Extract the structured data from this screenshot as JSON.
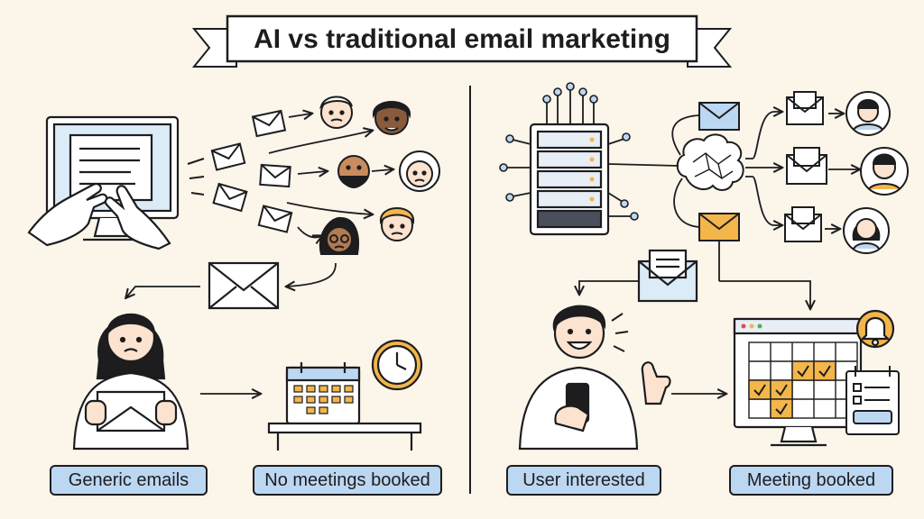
{
  "title": "AI vs traditional email marketing",
  "labels": {
    "generic": "Generic emails",
    "no_meetings": "No meetings booked",
    "interested": "User interested",
    "booked": "Meeting booked"
  },
  "colors": {
    "background": "#fbf5ea",
    "ink": "#1d1d1f",
    "label_fill": "#bcd7f2",
    "accent_orange": "#f3b64b",
    "accent_blue": "#bcd7f2"
  }
}
